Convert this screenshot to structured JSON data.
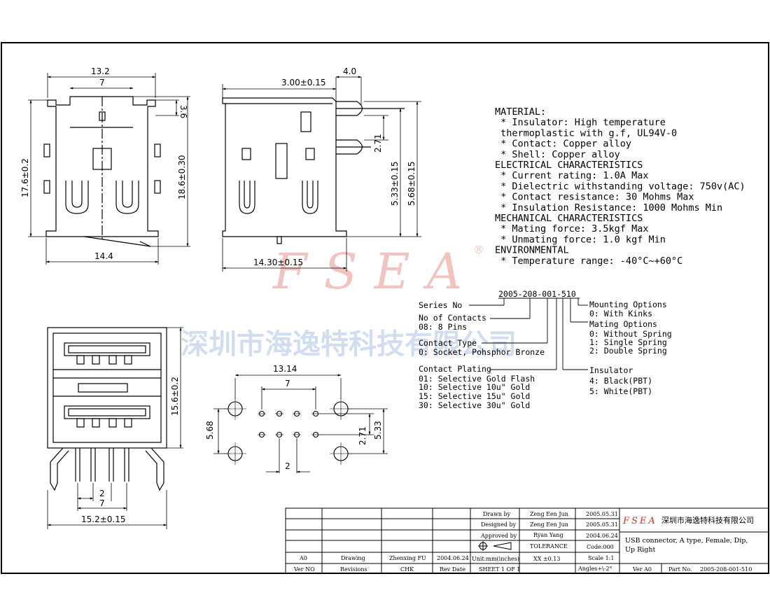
{
  "dims": {
    "front_width": "13.2",
    "front_inner": "7",
    "front_top": "3.6",
    "front_height_left": "17.6±0.2",
    "front_height_right": "18.6±0.30",
    "front_bottom": "14.4",
    "side_top_offset": "3.00±0.15",
    "side_top": "4.0",
    "side_pin": "2.71",
    "side_h1": "5.33±0.15",
    "side_h2": "5.68±0.15",
    "side_bottom": "14.30±0.15",
    "bottom_height": "15.6±0.2",
    "bottom_pitch": "2",
    "bottom_inner": "7",
    "bottom_width": "15.2±0.15",
    "pcb_width": "13.14",
    "pcb_inner": "7",
    "pcb_left": "5.68",
    "pcb_row": "2.71",
    "pcb_right": "5.33",
    "pcb_pitch": "2"
  },
  "specs": {
    "lines": [
      "MATERIAL:",
      "  * Insulator: High temperature",
      "       thermoplastic with g.f, UL94V-0",
      "  * Contact: Copper alloy",
      "  * Shell: Copper alloy",
      "ELECTRICAL CHARACTERISTICS",
      "  * Current rating: 1.0A Max",
      "  * Dielectric withstanding voltage: 750v(AC)",
      "  * Contact resistance: 30 Mohms Max",
      "  * Insulation Resistance: 1000 Mohms Min",
      "MECHANICAL CHARACTERISTICS",
      "  * Mating force: 3.5kgf Max",
      "  * Unmating force: 1.0 kgf Min",
      "ENVIRONMENTAL",
      "  * Temperature range: -40°C~+60°C"
    ]
  },
  "part_code": {
    "code": "2005-208-001-510",
    "series": "Series No",
    "contacts_title": "No of Contacts",
    "contacts_value": "08: 8 Pins",
    "contact_type_title": "Contact Type",
    "contact_type_value": "0: Socket, Pohsphor Bronze",
    "plating_title": "Contact Plating",
    "plating": [
      "01: Selective Gold Flash",
      "10: Selective 10u\" Gold",
      "15: Selective 15u\" Gold",
      "30: Selective 30u\" Gold"
    ],
    "mounting_title": "Mounting Options",
    "mounting_value": "0: With Kinks",
    "mating_title": "Mating Options",
    "mating": [
      "0: Without Spring",
      "1: Single Spring",
      "2: Double Spring"
    ],
    "insulator_title": "Insulator",
    "insulator": [
      "4: Black(PBT)",
      "5: White(PBT)"
    ]
  },
  "watermark": {
    "logo": "FSEA",
    "registered": "®",
    "company_cn": "深圳市海逸特科技有限公司"
  },
  "title_block": {
    "drawn_label": "Drawn   by",
    "drawn_name": "Zeng Een Jun",
    "drawn_date": "2005.05.31",
    "designed_label": "Designed by",
    "designed_name": "Zeng Een Jun",
    "designed_date": "2005.05.31",
    "approved_label": "Approved  by",
    "approved_name": "Ryan Yang",
    "approved_date": "2004.06.24",
    "tolerance_label": "TOLERANCE",
    "code_label": "Code:000",
    "units": "Unit:mm(inches)",
    "tol_value": "XX   ±0.13",
    "scale": "Scale 1:1",
    "angles": "Angles+\\-2°",
    "rev_ver": "A0",
    "rev_desc": "Drawing",
    "rev_chk": "Zhenxing FU",
    "rev_date": "2004.06.24",
    "hdr_ver": "Ver NO",
    "hdr_revisions": "Revisions",
    "hdr_chk": "CHK",
    "hdr_rev_date": "Rev Date",
    "sheet": "SHEET 1 OF 1",
    "logo": "FSEA",
    "company": "深圳市海逸特科技有限公司",
    "title": "USB connector, A type, Female, Dip,",
    "title2": "Up Right",
    "ver_label": "Ver A0",
    "part_no_label": "Part No.",
    "part_no": "2005-208-001-510"
  }
}
